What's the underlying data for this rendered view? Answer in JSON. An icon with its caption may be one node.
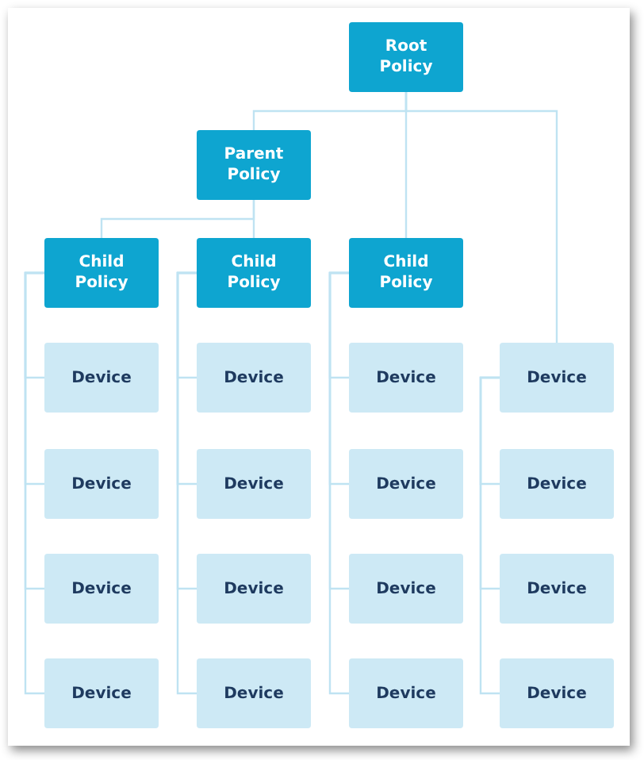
{
  "diagram": {
    "nodes": [
      {
        "text": [
          "Root Policy"
        ]
      },
      {
        "text": [
          "Parent Policy"
        ]
      },
      {
        "text": [
          "Child Policy"
        ]
      },
      {
        "text": [
          "Child Policy"
        ]
      },
      {
        "text": [
          "Child Policy"
        ]
      },
      {
        "text": [
          "Device"
        ]
      },
      {
        "text": [
          "Device"
        ]
      },
      {
        "text": [
          "Device"
        ]
      },
      {
        "text": [
          "Device"
        ]
      },
      {
        "text": [
          "Device"
        ]
      },
      {
        "text": [
          "Device"
        ]
      },
      {
        "text": [
          "Device"
        ]
      },
      {
        "text": [
          "Device"
        ]
      },
      {
        "text": [
          "Device"
        ]
      },
      {
        "text": [
          "Device"
        ]
      },
      {
        "text": [
          "Device"
        ]
      },
      {
        "text": [
          "Device"
        ]
      },
      {
        "text": [
          "Device"
        ]
      },
      {
        "text": [
          "Device"
        ]
      },
      {
        "text": [
          "Device"
        ]
      },
      {
        "text": [
          "Device"
        ]
      }
    ],
    "edges": [
      {
        "from": 0,
        "to": 1,
        "arrow": "none"
      },
      {
        "from": 0,
        "to": 4,
        "arrow": "none"
      },
      {
        "from": 0,
        "to": 8,
        "arrow": "none"
      },
      {
        "from": 1,
        "to": 2,
        "arrow": "none"
      },
      {
        "from": 1,
        "to": 3,
        "arrow": "none"
      },
      {
        "from": 2,
        "to": 5,
        "arrow": "none"
      },
      {
        "from": 2,
        "to": 9,
        "arrow": "none"
      },
      {
        "from": 2,
        "to": 13,
        "arrow": "none"
      },
      {
        "from": 2,
        "to": 17,
        "arrow": "none"
      },
      {
        "from": 3,
        "to": 6,
        "arrow": "none"
      },
      {
        "from": 3,
        "to": 10,
        "arrow": "none"
      },
      {
        "from": 3,
        "to": 14,
        "arrow": "none"
      },
      {
        "from": 3,
        "to": 18,
        "arrow": "none"
      },
      {
        "from": 4,
        "to": 7,
        "arrow": "none"
      },
      {
        "from": 4,
        "to": 11,
        "arrow": "none"
      },
      {
        "from": 4,
        "to": 15,
        "arrow": "none"
      },
      {
        "from": 4,
        "to": 19,
        "arrow": "none"
      },
      {
        "from": 8,
        "to": 12,
        "arrow": "none"
      },
      {
        "from": 8,
        "to": 16,
        "arrow": "none"
      },
      {
        "from": 8,
        "to": 20,
        "arrow": "none"
      }
    ]
  }
}
